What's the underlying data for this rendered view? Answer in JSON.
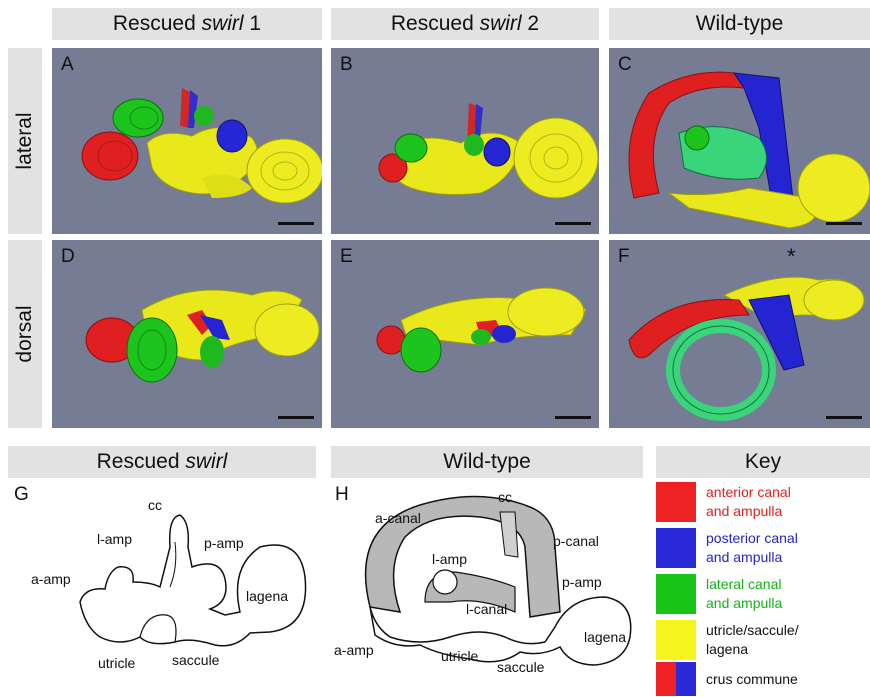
{
  "headers": {
    "col1": {
      "prefix": "Rescued ",
      "italic": "swirl",
      "suffix": " 1"
    },
    "col2": {
      "prefix": "Rescued ",
      "italic": "swirl",
      "suffix": " 2"
    },
    "col3": "Wild-type"
  },
  "row_labels": {
    "top": "lateral",
    "bottom": "dorsal"
  },
  "panel_letters": [
    "A",
    "B",
    "C",
    "D",
    "E",
    "F"
  ],
  "asterisk": "*",
  "bottom_headers": {
    "left": {
      "prefix": "Rescued ",
      "italic": "swirl"
    },
    "middle": "Wild-type",
    "right": "Key"
  },
  "diagram_letters": {
    "g": "G",
    "h": "H"
  },
  "diagram_g_labels": {
    "cc": "cc",
    "l_amp": "l-amp",
    "p_amp": "p-amp",
    "a_amp": "a-amp",
    "lagena": "lagena",
    "utricle": "utricle",
    "saccule": "saccule"
  },
  "diagram_h_labels": {
    "a_canal": "a-canal",
    "cc": "cc",
    "l_amp": "l-amp",
    "p_canal": "p-canal",
    "p_amp": "p-amp",
    "l_canal": "l-canal",
    "lagena": "lagena",
    "a_amp": "a-amp",
    "utricle": "utricle",
    "saccule": "saccule"
  },
  "key": [
    {
      "line1": "anterior canal",
      "line2": "and ampulla",
      "color": "#ee2222",
      "text_color": "#e02020"
    },
    {
      "line1": "posterior canal",
      "line2": "and ampulla",
      "color": "#2a2ad8",
      "text_color": "#2424c8"
    },
    {
      "line1": "lateral canal",
      "line2": "and ampulla",
      "color": "#18c418",
      "text_color": "#16b016"
    },
    {
      "line1": "utricle/saccule/",
      "line2": "lagena",
      "color": "#f4f41e",
      "text_color": "#111111"
    },
    {
      "line1": "crus commune",
      "line2": "",
      "color": "#ee2222",
      "color2": "#2a2ad8",
      "text_color": "#111111"
    }
  ]
}
